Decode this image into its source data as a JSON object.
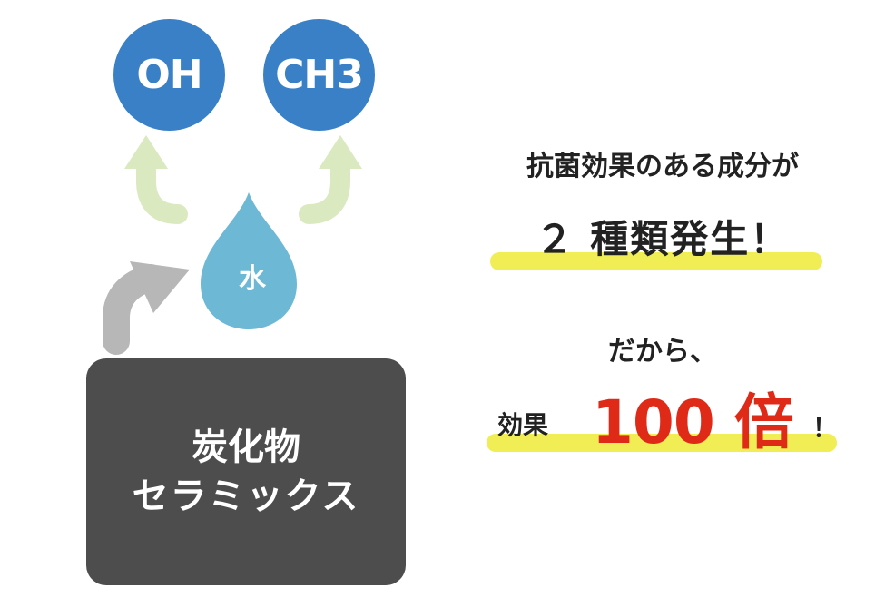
{
  "colors": {
    "molecule_blue": "#3a80c7",
    "drop_blue": "#6db9d5",
    "arrow_green": "#dbe9c1",
    "arrow_gray": "#b7b7b7",
    "ceramic_gray": "#4d4d4d",
    "highlight_yellow": "#f1ee55",
    "accent_red": "#e02a18",
    "text_dark": "#222222"
  },
  "molecules": {
    "oh": "OH",
    "ch3": "CH3"
  },
  "drop": {
    "label": "水",
    "icon": "water-drop-icon"
  },
  "ceramic": {
    "line1": "炭化物",
    "line2": "セラミックス"
  },
  "message": {
    "line1": "抗菌効果のある成分が",
    "line2": "２ 種類発生！",
    "line3": "だから、",
    "line4_prefix": "効果",
    "line4_number": "100 倍",
    "line4_suffix": "！"
  },
  "icons": [
    "arrow-up-left-icon",
    "arrow-up-right-icon",
    "arrow-curved-right-icon"
  ]
}
